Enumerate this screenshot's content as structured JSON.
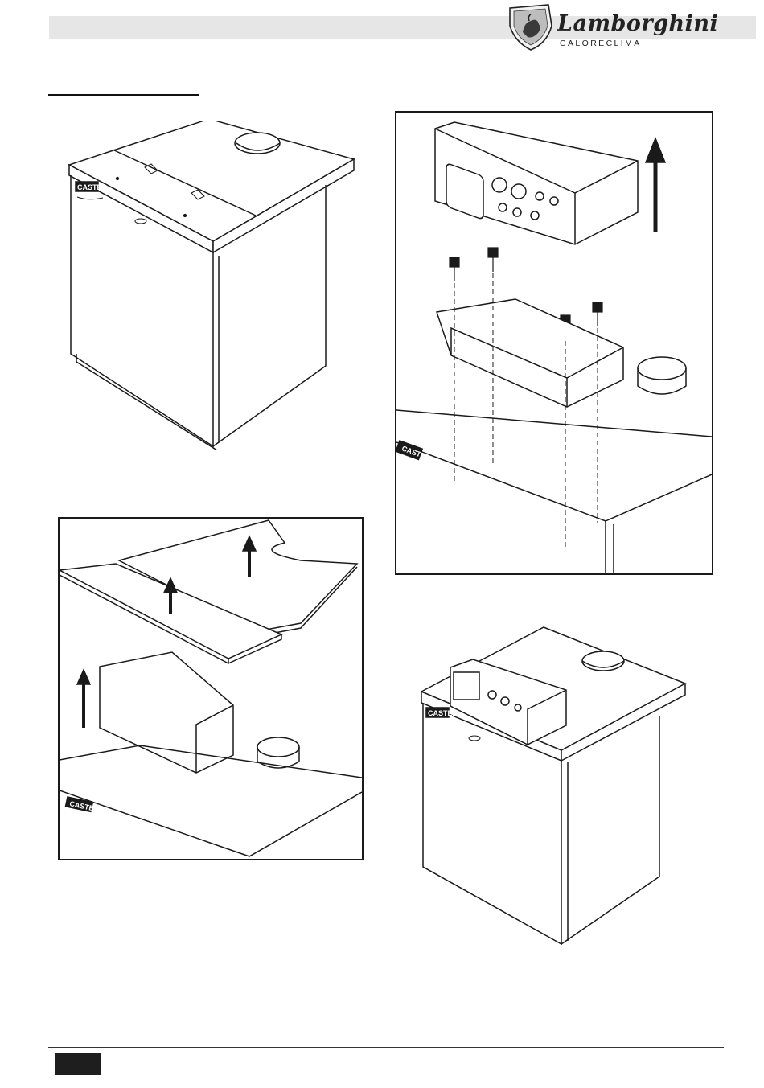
{
  "header": {
    "brand": "Lamborghini",
    "brand_sub": "CALORECLIMA"
  },
  "product_label": "CASTER",
  "colors": {
    "ink": "#1a1a1a",
    "header_band": "#e6e6e6",
    "page_tab": "#1e1e1e"
  },
  "figures": [
    {
      "id": "boiler-assembled",
      "icons": [
        "boiler-cabinet-icon"
      ]
    },
    {
      "id": "control-panel-removal",
      "icons": [
        "control-panel-icon",
        "bolt-icon",
        "up-arrow-icon"
      ]
    },
    {
      "id": "top-panels-removal",
      "icons": [
        "top-panel-icon",
        "up-arrow-icon"
      ]
    },
    {
      "id": "boiler-with-panel",
      "icons": [
        "boiler-cabinet-icon",
        "control-panel-icon"
      ]
    }
  ]
}
